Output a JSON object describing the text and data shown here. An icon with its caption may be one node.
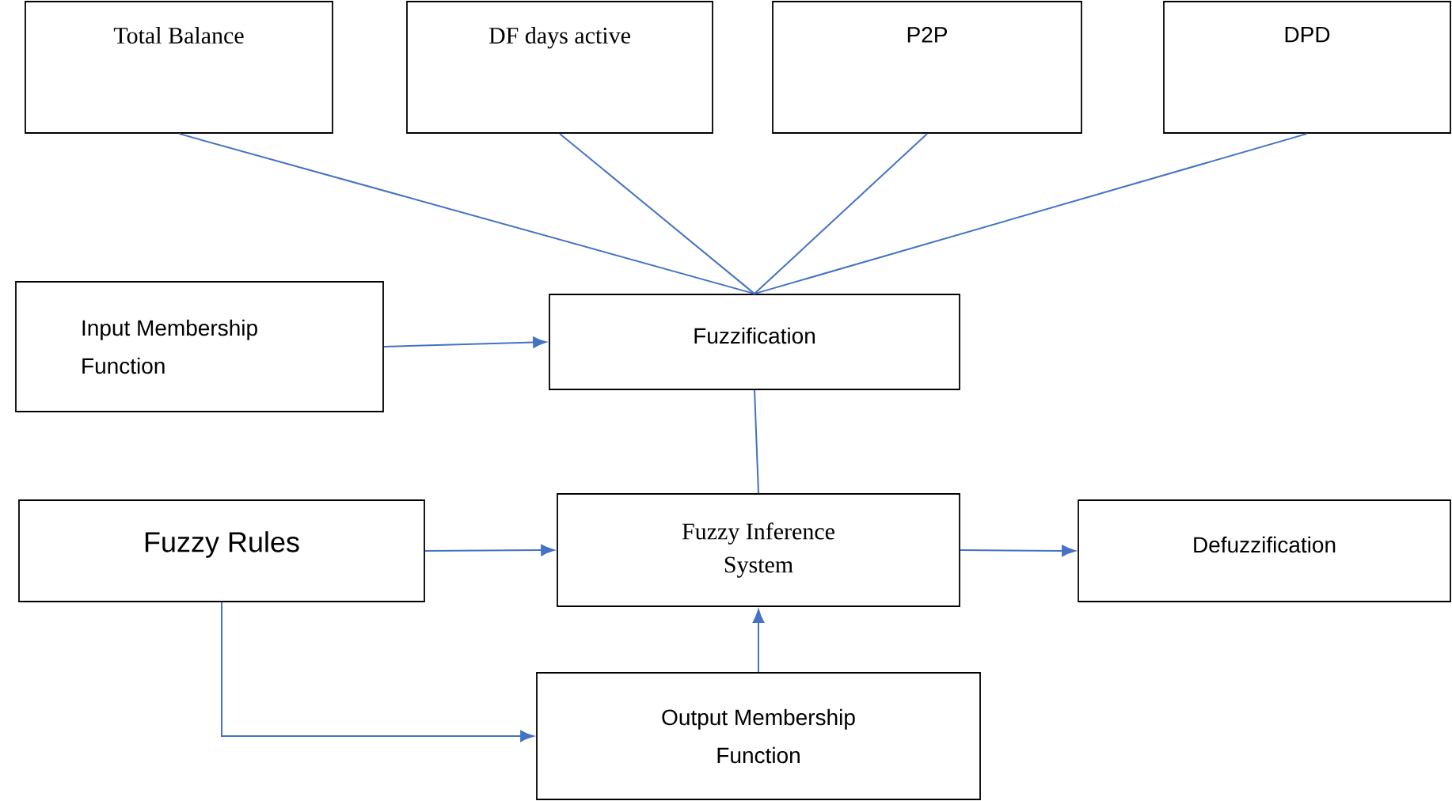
{
  "diagram": {
    "nodes": [
      {
        "text": [
          "Total Balance"
        ]
      },
      {
        "text": [
          "DF days active"
        ]
      },
      {
        "text": [
          "P2P"
        ]
      },
      {
        "text": [
          "DPD"
        ]
      },
      {
        "text": [
          "Input Membership Function"
        ]
      },
      {
        "text": [
          "Fuzzification"
        ]
      },
      {
        "text": [
          "Fuzzy Rules"
        ]
      },
      {
        "text": [
          "Fuzzy Inference System"
        ]
      },
      {
        "text": [
          "Defuzzification"
        ]
      },
      {
        "text": [
          "Output Membership Function"
        ]
      }
    ],
    "edges": [
      {
        "from": 0,
        "to": 5,
        "arrow": "none"
      },
      {
        "from": 1,
        "to": 5,
        "arrow": "none"
      },
      {
        "from": 2,
        "to": 5,
        "arrow": "none"
      },
      {
        "from": 3,
        "to": 5,
        "arrow": "none"
      },
      {
        "from": 4,
        "to": 5,
        "arrow": "to"
      },
      {
        "from": 5,
        "to": 7,
        "arrow": "none"
      },
      {
        "from": 6,
        "to": 7,
        "arrow": "to"
      },
      {
        "from": 7,
        "to": 8,
        "arrow": "to"
      },
      {
        "from": 9,
        "to": 7,
        "arrow": "to"
      },
      {
        "from": 6,
        "to": 9,
        "arrow": "to"
      }
    ]
  }
}
